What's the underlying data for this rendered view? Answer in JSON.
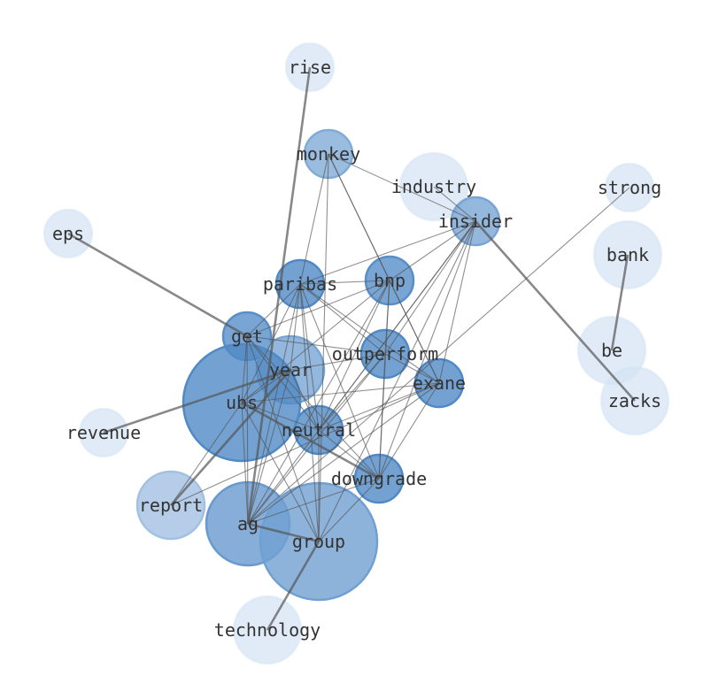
{
  "chart_data": {
    "type": "network",
    "title": "",
    "color_scale": {
      "low": "#dbe9f6",
      "mid_low": "#9ecae1",
      "mid": "#6baed6",
      "high": "#3f80bf"
    },
    "nodes": [
      {
        "id": "rise",
        "size": 1,
        "shade": 0.05
      },
      {
        "id": "monkey",
        "size": 1,
        "shade": 0.55
      },
      {
        "id": "industry",
        "size": 2,
        "shade": 0.05
      },
      {
        "id": "strong",
        "size": 1,
        "shade": 0.05
      },
      {
        "id": "eps",
        "size": 1,
        "shade": 0.05
      },
      {
        "id": "insider",
        "size": 1,
        "shade": 0.6
      },
      {
        "id": "bank",
        "size": 2,
        "shade": 0.05
      },
      {
        "id": "paribas",
        "size": 1,
        "shade": 0.85
      },
      {
        "id": "bnp",
        "size": 1,
        "shade": 0.8
      },
      {
        "id": "get",
        "size": 1,
        "shade": 0.8
      },
      {
        "id": "outperform",
        "size": 1,
        "shade": 0.85
      },
      {
        "id": "year",
        "size": 2,
        "shade": 0.6
      },
      {
        "id": "be",
        "size": 2,
        "shade": 0.05
      },
      {
        "id": "exane",
        "size": 1,
        "shade": 0.85
      },
      {
        "id": "zacks",
        "size": 2,
        "shade": 0.05
      },
      {
        "id": "ubs",
        "size": 5,
        "shade": 0.85
      },
      {
        "id": "revenue",
        "size": 1,
        "shade": 0.05
      },
      {
        "id": "neutral",
        "size": 1,
        "shade": 0.85
      },
      {
        "id": "downgrade",
        "size": 1,
        "shade": 0.85
      },
      {
        "id": "report",
        "size": 2,
        "shade": 0.35
      },
      {
        "id": "ag",
        "size": 3,
        "shade": 0.7
      },
      {
        "id": "group",
        "size": 5,
        "shade": 0.65
      },
      {
        "id": "technology",
        "size": 2,
        "shade": 0.05
      }
    ],
    "edges": [
      [
        "rise",
        "ag",
        2
      ],
      [
        "eps",
        "get",
        2
      ],
      [
        "revenue",
        "year",
        2
      ],
      [
        "report",
        "year",
        2
      ],
      [
        "insider",
        "zacks",
        2
      ],
      [
        "bank",
        "be",
        2
      ],
      [
        "group",
        "technology",
        2
      ],
      [
        "ag",
        "group",
        2
      ],
      [
        "industry",
        "insider",
        1
      ],
      [
        "strong",
        "ag",
        1
      ],
      [
        "monkey",
        "bnp",
        1
      ],
      [
        "monkey",
        "insider",
        1
      ],
      [
        "monkey",
        "paribas",
        1
      ],
      [
        "monkey",
        "exane",
        1
      ],
      [
        "monkey",
        "group",
        1
      ],
      [
        "paribas",
        "bnp",
        1
      ],
      [
        "paribas",
        "get",
        1
      ],
      [
        "paribas",
        "ubs",
        1
      ],
      [
        "paribas",
        "year",
        1
      ],
      [
        "paribas",
        "outperform",
        1
      ],
      [
        "paribas",
        "exane",
        1
      ],
      [
        "paribas",
        "neutral",
        1
      ],
      [
        "paribas",
        "downgrade",
        1
      ],
      [
        "paribas",
        "ag",
        1
      ],
      [
        "paribas",
        "group",
        1
      ],
      [
        "paribas",
        "insider",
        1
      ],
      [
        "bnp",
        "get",
        1
      ],
      [
        "bnp",
        "outperform",
        1
      ],
      [
        "bnp",
        "exane",
        1
      ],
      [
        "bnp",
        "neutral",
        1
      ],
      [
        "bnp",
        "downgrade",
        1
      ],
      [
        "bnp",
        "ubs",
        1
      ],
      [
        "bnp",
        "ag",
        1
      ],
      [
        "bnp",
        "insider",
        1
      ],
      [
        "get",
        "outperform",
        1
      ],
      [
        "get",
        "ubs",
        1
      ],
      [
        "get",
        "ag",
        1
      ],
      [
        "get",
        "group",
        1
      ],
      [
        "get",
        "neutral",
        1
      ],
      [
        "get",
        "downgrade",
        1
      ],
      [
        "year",
        "ubs",
        1
      ],
      [
        "year",
        "outperform",
        1
      ],
      [
        "year",
        "ag",
        1
      ],
      [
        "year",
        "neutral",
        1
      ],
      [
        "outperform",
        "exane",
        1
      ],
      [
        "outperform",
        "neutral",
        1
      ],
      [
        "outperform",
        "downgrade",
        1
      ],
      [
        "outperform",
        "insider",
        1
      ],
      [
        "outperform",
        "ag",
        1
      ],
      [
        "exane",
        "ubs",
        1
      ],
      [
        "exane",
        "neutral",
        1
      ],
      [
        "exane",
        "downgrade",
        1
      ],
      [
        "exane",
        "insider",
        1
      ],
      [
        "exane",
        "report",
        1
      ],
      [
        "exane",
        "ag",
        1
      ],
      [
        "ubs",
        "neutral",
        1
      ],
      [
        "ubs",
        "downgrade",
        2
      ],
      [
        "ubs",
        "ag",
        1
      ],
      [
        "ubs",
        "group",
        1
      ],
      [
        "ubs",
        "report",
        1
      ],
      [
        "neutral",
        "downgrade",
        1
      ],
      [
        "neutral",
        "ag",
        1
      ],
      [
        "neutral",
        "group",
        1
      ],
      [
        "neutral",
        "insider",
        1
      ],
      [
        "downgrade",
        "ag",
        1
      ],
      [
        "downgrade",
        "group",
        1
      ],
      [
        "insider",
        "neutral",
        1
      ],
      [
        "insider",
        "downgrade",
        1
      ],
      [
        "insider",
        "group",
        1
      ]
    ]
  }
}
